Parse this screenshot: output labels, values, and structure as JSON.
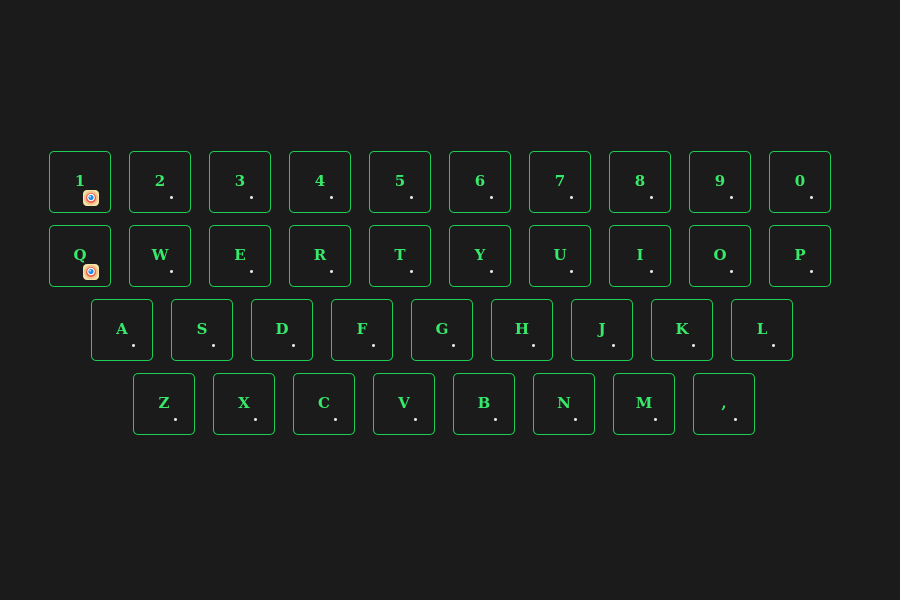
{
  "keyboard": {
    "rows": [
      [
        "1",
        "2",
        "3",
        "4",
        "5",
        "6",
        "7",
        "8",
        "9",
        "0"
      ],
      [
        "Q",
        "W",
        "E",
        "R",
        "T",
        "Y",
        "U",
        "I",
        "O",
        "P"
      ],
      [
        "A",
        "S",
        "D",
        "F",
        "G",
        "H",
        "J",
        "K",
        "L"
      ],
      [
        "Z",
        "X",
        "C",
        "V",
        "B",
        "N",
        "M",
        ","
      ]
    ],
    "marked_keys": [
      "1",
      "Q"
    ],
    "marker_icon": "color-ball-icon"
  },
  "colors": {
    "background": "#1b1b1b",
    "key_border": "#1fcf55",
    "key_text": "#38e86a",
    "dot": "#e8e8e8"
  }
}
